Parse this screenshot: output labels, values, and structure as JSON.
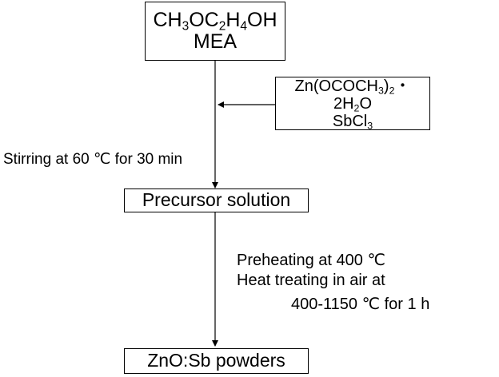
{
  "nodes": {
    "solvent": {
      "formula": {
        "p1": "CH",
        "s1": "3",
        "p2": "OC",
        "s2": "2",
        "p3": "H",
        "s3": "4",
        "p4": "OH"
      },
      "line2": "MEA"
    },
    "salts": {
      "formula": {
        "p1": "Zn(OCOCH",
        "s1": "3",
        "p2": ")",
        "s2": "2",
        "p3": "・2H",
        "s3": "2",
        "p4": "O"
      },
      "line2": {
        "p1": "SbCl",
        "s1": "3"
      }
    },
    "precursor": {
      "label": "Precursor solution"
    },
    "product": {
      "label": "ZnO:Sb powders"
    }
  },
  "steps": {
    "stirring": "Stirring at 60 ℃  for 30 min",
    "preheating": "Preheating at 400 ℃",
    "heat_treating": "Heat treating in air at",
    "heat_treating_range": "400-1150 ℃ for 1 h"
  },
  "colors": {
    "line": "#000000",
    "background": "#ffffff"
  }
}
